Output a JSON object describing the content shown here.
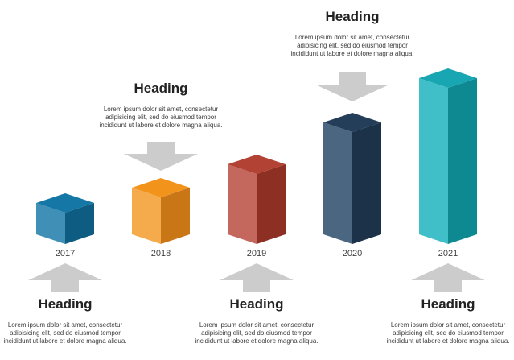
{
  "timeline": {
    "items": [
      {
        "year": "2017",
        "heading": "Heading",
        "text": "Lorem ipsum dolor sit amet, consectetur adipisicing elit, sed do eiusmod tempor incididunt ut labore et dolore magna aliqua.",
        "label_position": "below",
        "colors": {
          "top": "#1477a6",
          "left": "#3f8fb6",
          "right": "#0e5c82"
        }
      },
      {
        "year": "2018",
        "heading": "Heading",
        "text": "Lorem ipsum dolor sit amet, consectetur adipisicing elit, sed do eiusmod tempor incididunt ut labore et dolore magna aliqua.",
        "label_position": "above",
        "colors": {
          "top": "#f2931c",
          "left": "#f5ab4c",
          "right": "#c97616"
        }
      },
      {
        "year": "2019",
        "heading": "Heading",
        "text": "Lorem ipsum dolor sit amet, consectetur adipisicing elit, sed do eiusmod tempor incididunt ut labore et dolore magna aliqua.",
        "label_position": "below",
        "colors": {
          "top": "#b24233",
          "left": "#c4685d",
          "right": "#8e2f24"
        }
      },
      {
        "year": "2020",
        "heading": "Heading",
        "text": "Lorem ipsum dolor sit amet, consectetur adipisicing elit, sed do eiusmod tempor incididunt ut labore et dolore magna aliqua.",
        "label_position": "above",
        "colors": {
          "top": "#243d58",
          "left": "#4b6680",
          "right": "#1c3249"
        }
      },
      {
        "year": "2021",
        "heading": "Heading",
        "text": "Lorem ipsum dolor sit amet, consectetur adipisicing elit, sed do eiusmod tempor incididunt ut labore et dolore magna aliqua.",
        "label_position": "below",
        "colors": {
          "top": "#18a6b3",
          "left": "#40bfc9",
          "right": "#0f8991"
        }
      }
    ],
    "arrow_color": "#cccccc"
  }
}
